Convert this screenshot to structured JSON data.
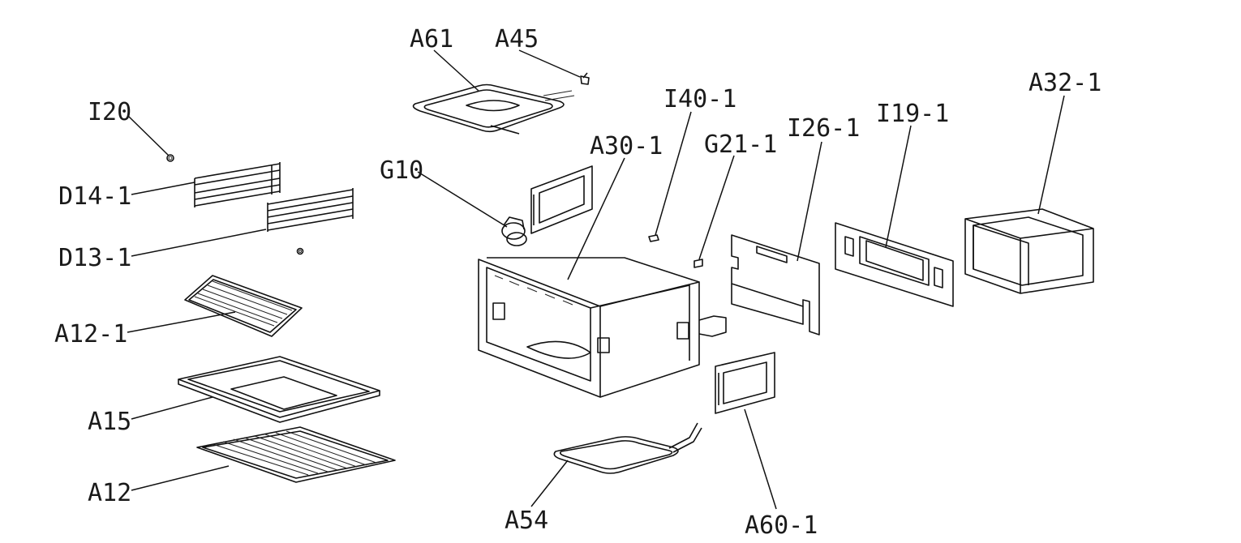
{
  "labels": {
    "a61": "A61",
    "a45": "A45",
    "i20": "I20",
    "i40_1": "I40-1",
    "a32_1": "A32-1",
    "i19_1": "I19-1",
    "i26_1": "I26-1",
    "g21_1": "G21-1",
    "a30_1": "A30-1",
    "g10": "G10",
    "d14_1": "D14-1",
    "d13_1": "D13-1",
    "a12_1": "A12-1",
    "a15": "A15",
    "a12": "A12",
    "a54": "A54",
    "a60_1": "A60-1"
  },
  "colors": {
    "line": "#111111",
    "background": "#ffffff"
  }
}
